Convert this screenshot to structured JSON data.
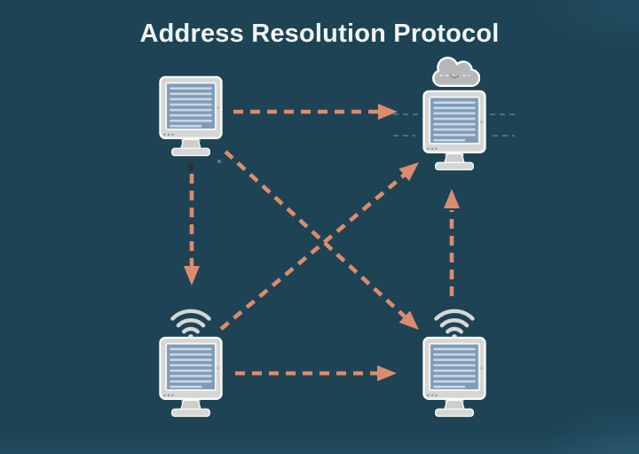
{
  "title": "Address Resolution Protocol",
  "colors": {
    "background": "#1d4355",
    "title-text": "#f2f5f2",
    "arrow": "#db8c6e",
    "device-body": "#d6d7d5",
    "device-outline": "#fafaf8",
    "screen": "#7e9cba",
    "screen-line": "#ccd7e1",
    "cloud": "#b5b7b8",
    "signal-dash": "#5b7586"
  },
  "diagram": {
    "nodes": [
      {
        "id": "top-left-computer",
        "icon": "desktop-computer-icon",
        "position": "top-left"
      },
      {
        "id": "cloud-computer",
        "icon": "desktop-computer-cloud-icon",
        "position": "top-right"
      },
      {
        "id": "bottom-left-wireless-computer",
        "icon": "desktop-computer-wifi-icon",
        "position": "bottom-left"
      },
      {
        "id": "bottom-right-wireless-computer",
        "icon": "desktop-computer-wifi-icon",
        "position": "bottom-right"
      }
    ],
    "edges": [
      {
        "from": "top-left-computer",
        "to": "cloud-computer",
        "style": "dashed-arrow"
      },
      {
        "from": "top-left-computer",
        "to": "bottom-left-wireless-computer",
        "style": "dashed-arrow"
      },
      {
        "from": "top-left-computer",
        "to": "bottom-right-wireless-computer",
        "style": "dashed-arrow"
      },
      {
        "from": "bottom-left-wireless-computer",
        "to": "cloud-computer",
        "style": "dashed-arrow"
      },
      {
        "from": "bottom-left-wireless-computer",
        "to": "bottom-right-wireless-computer",
        "style": "dashed-arrow"
      },
      {
        "from": "bottom-right-wireless-computer",
        "to": "cloud-computer",
        "style": "dashed-arrow"
      }
    ]
  }
}
